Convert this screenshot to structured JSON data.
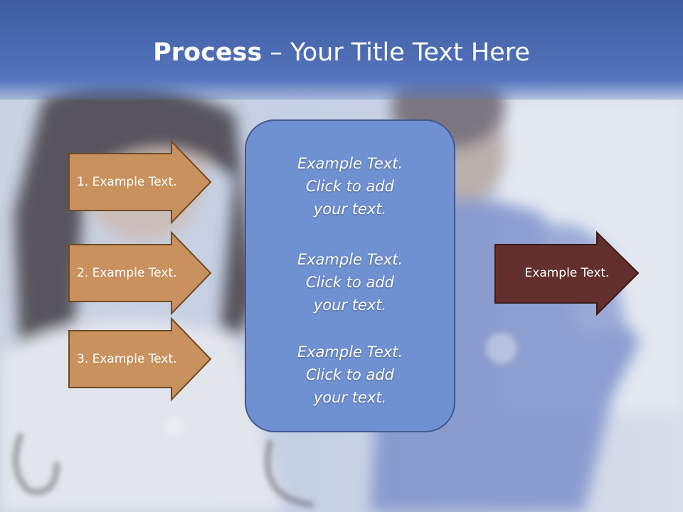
{
  "slide": {
    "title_bold": "Process",
    "title_rest": " – Your Title Text Here",
    "left_arrows": [
      "1. Example Text.",
      "2. Example Text.",
      "3. Example Text."
    ],
    "center_paragraphs": [
      [
        "Example Text.",
        "Click  to add",
        "your text."
      ],
      [
        "Example Text.",
        "Click  to add",
        "your text."
      ],
      [
        "Example Text.",
        "Click  to add",
        "your text."
      ]
    ],
    "right_arrow": "Example Text."
  },
  "colors": {
    "title_bar": "#4d6cb4",
    "left_arrow_fill": "#c8915e",
    "left_arrow_stroke": "#6e4a24",
    "right_arrow_fill": "#632f2d",
    "right_arrow_stroke": "#3c1a18",
    "center_box": "#7091d1"
  }
}
